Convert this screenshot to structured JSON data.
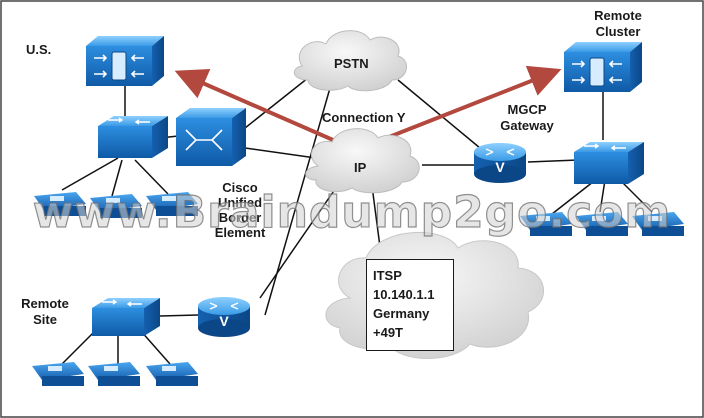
{
  "labels": {
    "us": "U.S.",
    "remote_cluster": [
      "Remote",
      "Cluster"
    ],
    "pstn": "PSTN",
    "connection": "Connection Y",
    "mgcp": [
      "MGCP",
      "Gateway"
    ],
    "ip": "IP",
    "cube": [
      "Cisco",
      "Unified",
      "Border",
      "Element"
    ],
    "remote_site": [
      "Remote",
      "Site"
    ],
    "itsp": [
      "ITSP",
      "10.140.1.1",
      "Germany",
      "+49T"
    ]
  },
  "watermark": "www.Braindump2go.com",
  "colors": {
    "device": "#1f7fd0",
    "arrow": "#b3483e",
    "cloud": "#e4e4e4",
    "line": "#111111"
  }
}
